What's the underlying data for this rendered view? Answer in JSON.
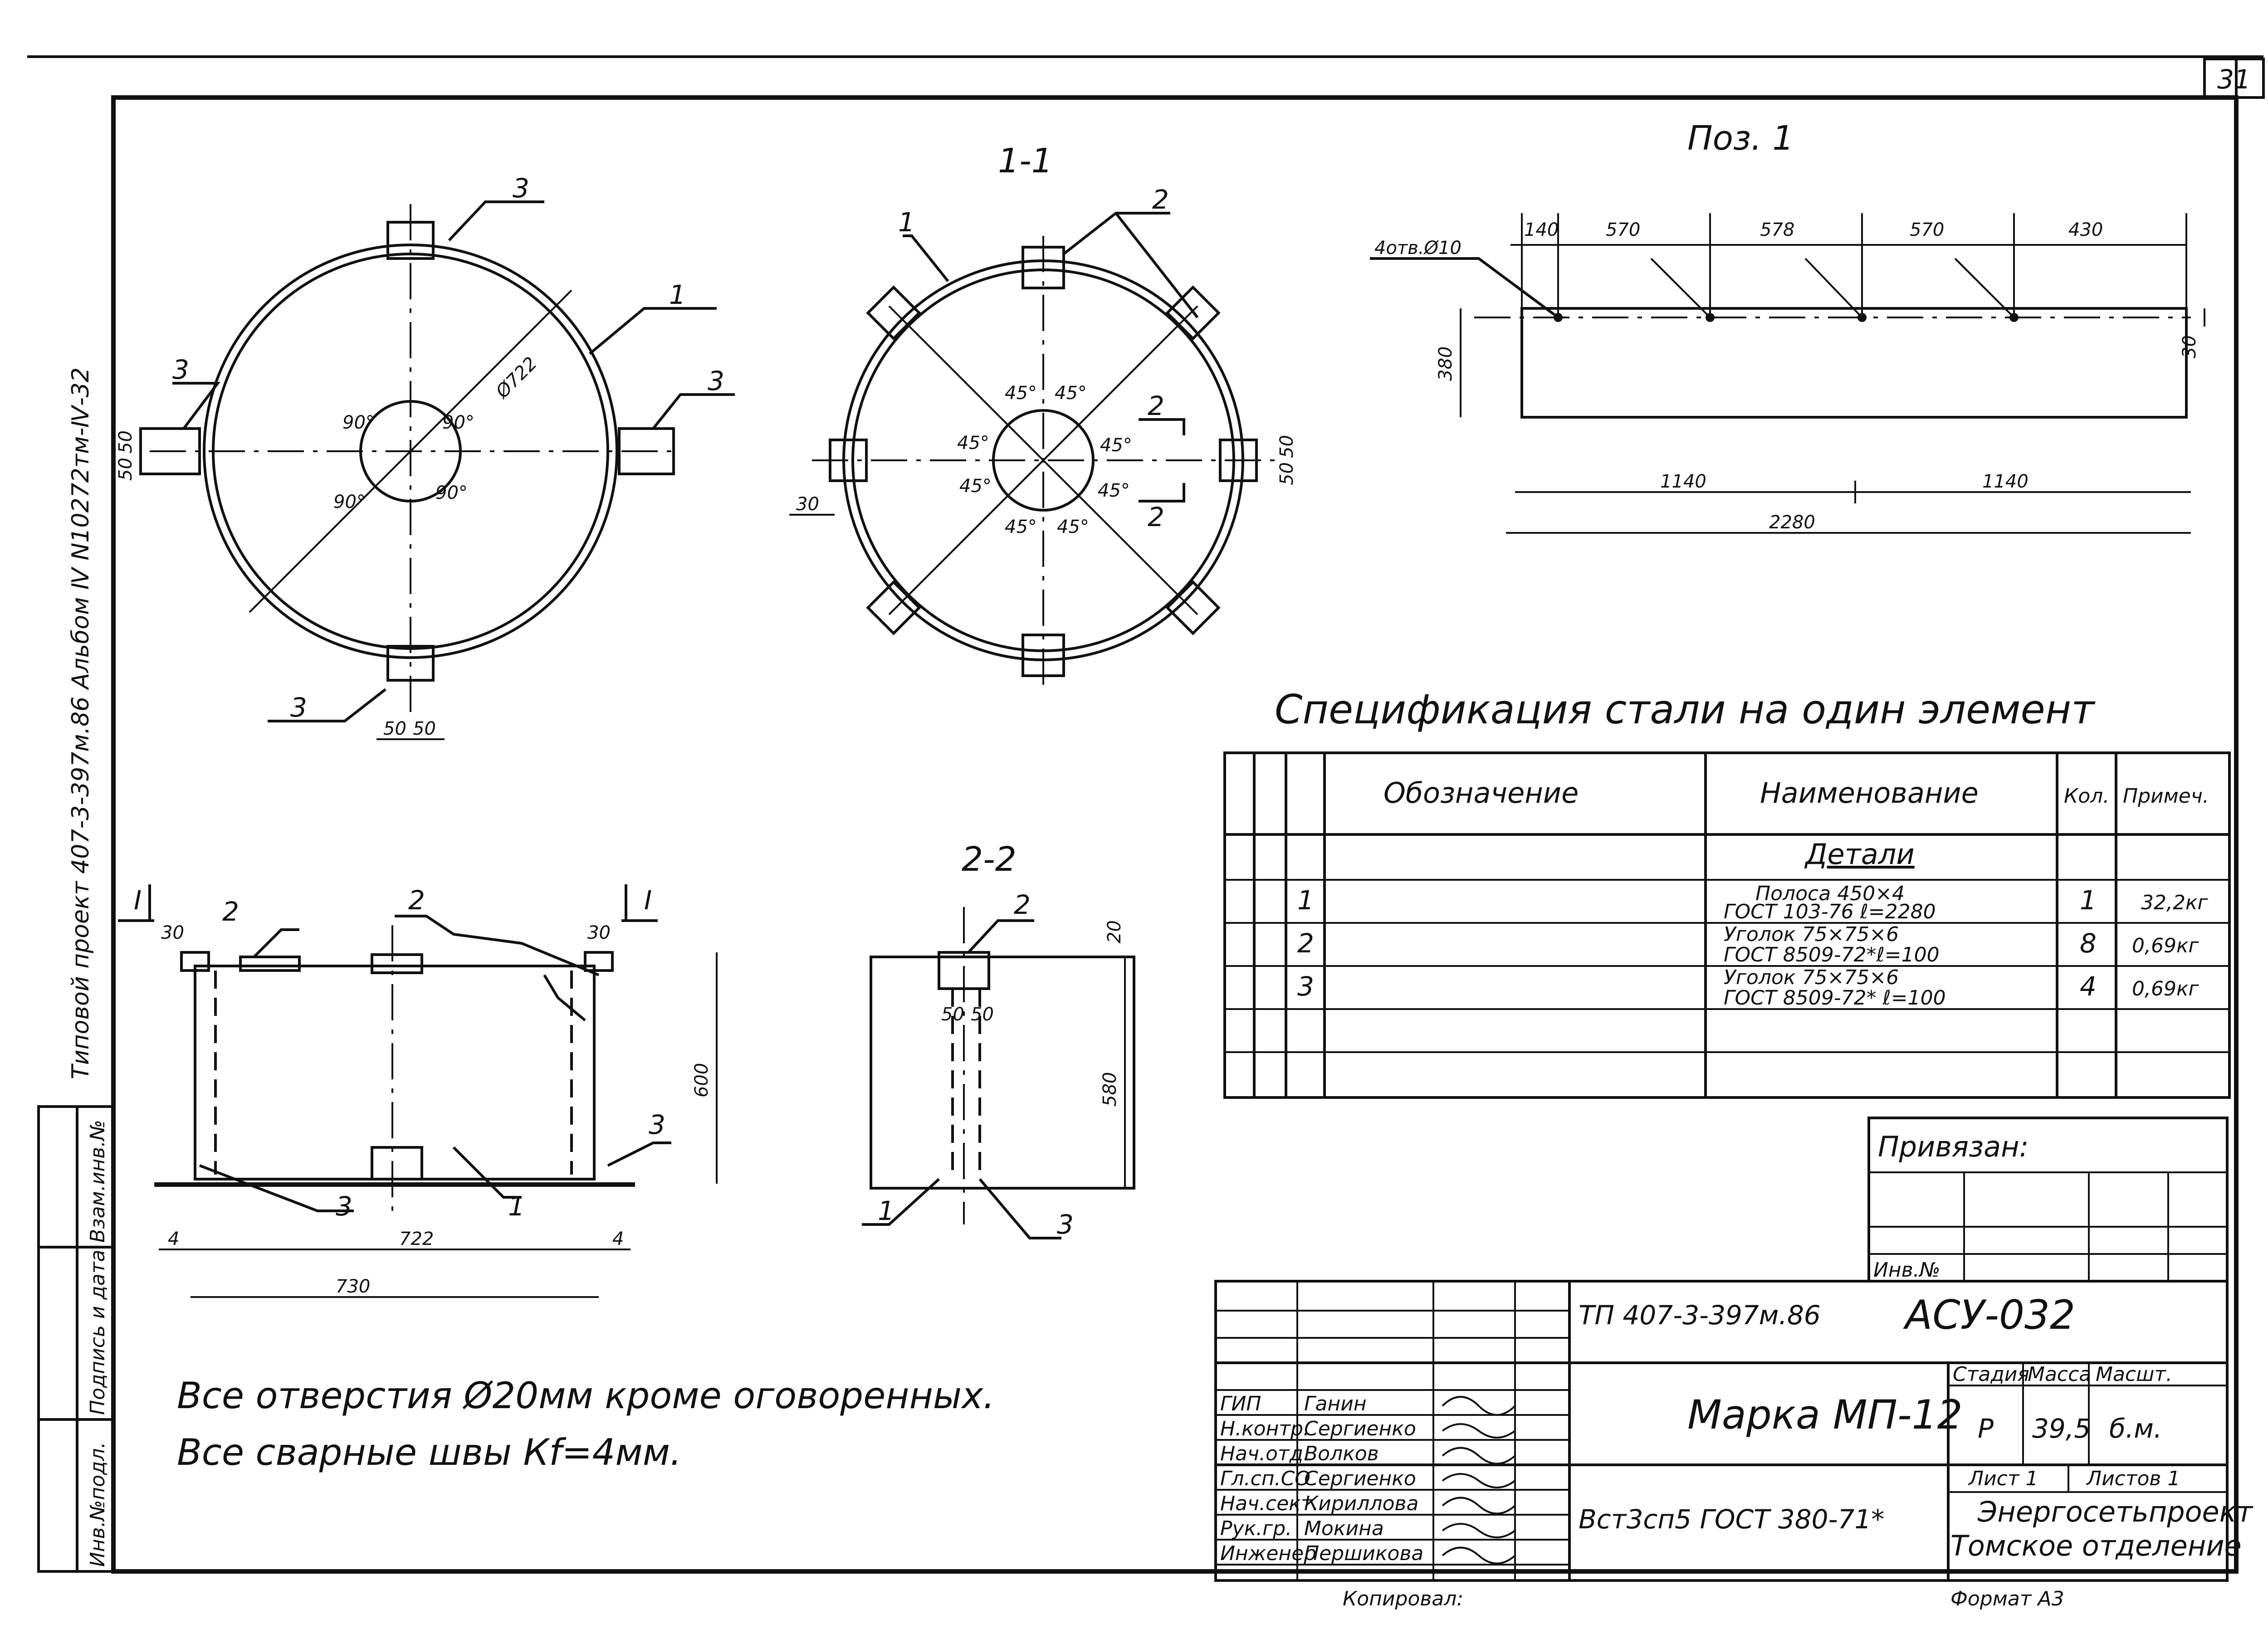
{
  "sheet": {
    "page_number": "31",
    "side_title": "Типовой проект 407-3-397м.86 Альбом Ⅳ N10272тм-Ⅳ-32",
    "side_cells": [
      "Взам.инв.№",
      "Подпись и дата",
      "Инв.№подл."
    ]
  },
  "views": {
    "section_1_1": "1-1",
    "section_2_2": "2-2",
    "pos_1": "Поз. 1"
  },
  "plan_view": {
    "diameter": "Ø722",
    "angles": [
      "90°",
      "90°",
      "90°",
      "90°"
    ],
    "callouts": [
      "1",
      "3",
      "3",
      "3",
      "3"
    ],
    "dims": [
      "50",
      "50",
      "50",
      "50"
    ]
  },
  "section_1_1_view": {
    "angles": [
      "45°",
      "45°",
      "45°",
      "45°",
      "45°",
      "45°",
      "45°",
      "45°"
    ],
    "callouts": [
      "1",
      "2"
    ],
    "cut_marks": [
      "2",
      "2"
    ],
    "dims": [
      "30",
      "50",
      "50"
    ]
  },
  "pos1_view": {
    "holes": "4отв.Ø10",
    "top_dims": [
      "140",
      "570",
      "578",
      "570",
      "430"
    ],
    "height": "380",
    "edge": "30",
    "half_dims": [
      "1140",
      "1140"
    ],
    "total": "2280"
  },
  "front_view": {
    "callouts": [
      "2",
      "2",
      "1",
      "3",
      "3"
    ],
    "cut_marks": [
      "I",
      "I"
    ],
    "dims": [
      "30",
      "30",
      "600",
      "722",
      "730",
      "4",
      "4"
    ]
  },
  "section_2_2_view": {
    "callouts": [
      "2",
      "1",
      "3"
    ],
    "dims": [
      "20",
      "580",
      "50",
      "50"
    ]
  },
  "notes": [
    "Все отверстия Ø20мм кроме оговоренных.",
    "Все сварные швы Кf=4мм."
  ],
  "spec": {
    "title": "Спецификация стали на один элемент",
    "headers": [
      "Обозначение",
      "Наименование",
      "Кол.",
      "Примеч."
    ],
    "group": "Детали",
    "rows": [
      {
        "pos": "1",
        "name1": "Полоса 450×4",
        "name2": "ГОСТ 103-76 ℓ=2280",
        "qty": "1",
        "note": "32,2кг"
      },
      {
        "pos": "2",
        "name1": "Уголок 75×75×6",
        "name2": "ГОСТ 8509-72*ℓ=100",
        "qty": "8",
        "note": "0,69кг"
      },
      {
        "pos": "3",
        "name1": "Уголок 75×75×6",
        "name2": "ГОСТ 8509-72* ℓ=100",
        "qty": "4",
        "note": "0,69кг"
      }
    ]
  },
  "binding": {
    "label": "Привязан:",
    "inv": "Инв.№"
  },
  "title_block": {
    "doc_code": "ТП 407-3-397м.86",
    "sheet_code": "АСУ-032",
    "mark": "Марка МП-12",
    "material": "Вст3сп5 ГОСТ 380-71*",
    "stage_label": "Стадия",
    "mass_label": "Масса",
    "scale_label": "Масшт.",
    "stage": "Р",
    "mass": "39,5",
    "scale": "б.м.",
    "sheet_label": "Лист 1",
    "sheets_label": "Листов 1",
    "org1": "Энергосетьпроект",
    "org2": "Томское отделение",
    "format": "Формат А3",
    "copied": "Копировал:",
    "signers": [
      {
        "role": "ГИП",
        "name": "Ганин"
      },
      {
        "role": "Н.контр.",
        "name": "Сергиенко"
      },
      {
        "role": "Нач.отд.",
        "name": "Волков"
      },
      {
        "role": "Гл.сп.СО",
        "name": "Сергиенко"
      },
      {
        "role": "Нач.сект.",
        "name": "Кириллова"
      },
      {
        "role": "Рук.гр.",
        "name": "Мокина"
      },
      {
        "role": "Инженер",
        "name": "Першикова"
      }
    ]
  },
  "colors": {
    "ink": "#111111",
    "paper": "#ffffff"
  }
}
